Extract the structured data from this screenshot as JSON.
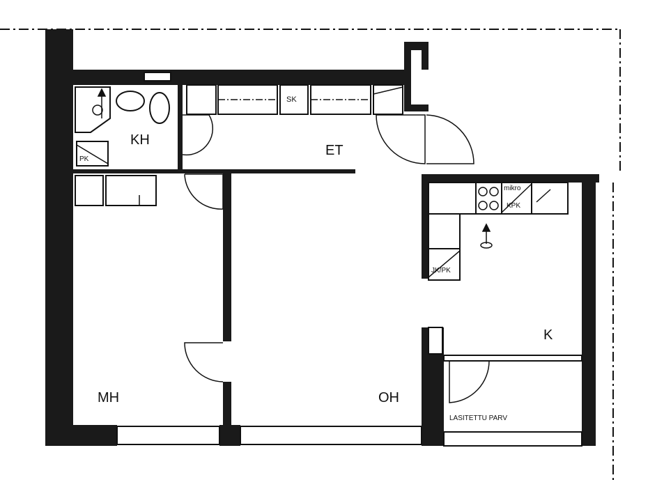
{
  "rooms": {
    "bathroom": "KH",
    "hallway": "ET",
    "bedroom": "MH",
    "living_room": "OH",
    "kitchen": "K",
    "balcony": "LASITETTU PARV"
  },
  "fixtures": {
    "closet_sk": "SK",
    "bath_pk": "PK",
    "microwave": "mikro",
    "kitchen_kpk": "KPK",
    "fridge_freezer": "JK/PK"
  },
  "colors": {
    "wall": "#1a1a1a",
    "line": "#111111",
    "background": "#ffffff"
  }
}
